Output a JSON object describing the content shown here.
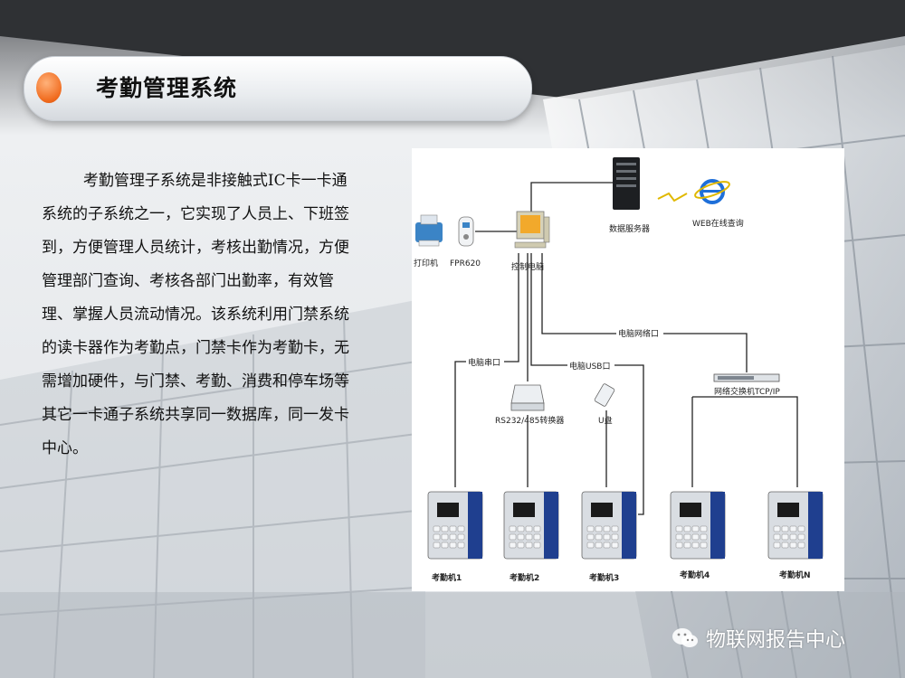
{
  "slide": {
    "title": "考勤管理系统",
    "body": "考勤管理子系统是非接触式IC卡一卡通系统的子系统之一，它实现了人员上、下班签到，方便管理人员统计，考核出勤情况，方便管理部门查询、考核各部门出勤率，有效管理、掌握人员流动情况。该系统利用门禁系统的读卡器作为考勤点，门禁卡作为考勤卡，无需增加硬件，与门禁、考勤、消费和停车场等其它一卡通子系统共享同一数据库，同一发卡中心。"
  },
  "diagram": {
    "nodes": {
      "server": "数据服务器",
      "web": "WEB在线查询",
      "printer": "打印机",
      "fpr": "FPR620",
      "pc": "控制电脑",
      "converter": "RS232/485转换器",
      "usb": "U盘",
      "switch": "网络交换机TCP/IP"
    },
    "links": {
      "serial": "电脑串口",
      "usb_port": "电脑USB口",
      "network": "电脑网络口"
    },
    "terminals": [
      "考勤机1",
      "考勤机2",
      "考勤机3",
      "考勤机4",
      "考勤机N"
    ]
  },
  "watermark": {
    "text": "物联网报告中心",
    "icon": "wechat-icon"
  },
  "colors": {
    "accent_orange": "#f06a1d",
    "terminal_blue": "#1f3f8f"
  }
}
